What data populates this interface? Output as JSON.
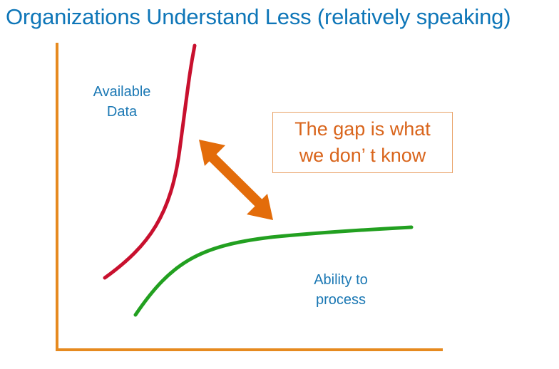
{
  "title": "Organizations Understand Less (relatively speaking)",
  "labels": {
    "available_data": [
      "Available",
      "Data"
    ],
    "ability_to_process": [
      "Ability to",
      "process"
    ]
  },
  "callout": {
    "lines": [
      "The gap is what",
      "we don’ t know"
    ]
  },
  "colors": {
    "title": "#0e76b8",
    "label_text": "#1b78b4",
    "axis": "#e68a1f",
    "available_data_curve": "#c8102e",
    "ability_curve": "#22a020",
    "gap_arrow": "#e36c0a",
    "callout_text": "#d9651c",
    "callout_border": "#e9a267"
  },
  "icons": {
    "gap_arrow": "double-headed-arrow"
  }
}
